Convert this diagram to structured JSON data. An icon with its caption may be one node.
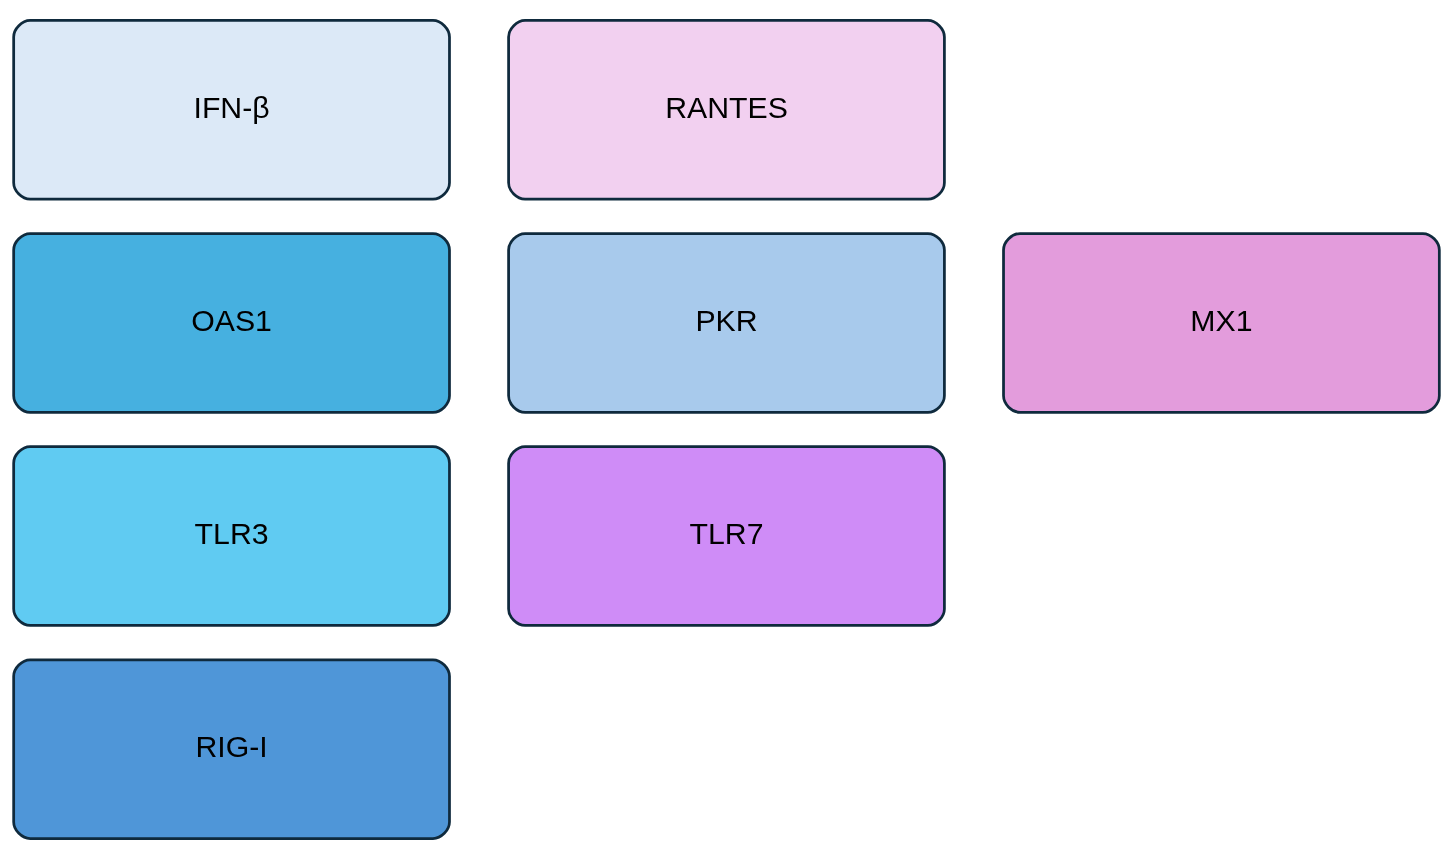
{
  "diagram": {
    "nodes": [
      {
        "text": [
          "IFN-β"
        ]
      },
      {
        "text": [
          "RANTES"
        ]
      },
      {
        "text": [
          "OAS1"
        ]
      },
      {
        "text": [
          "PKR"
        ]
      },
      {
        "text": [
          "MX1"
        ]
      },
      {
        "text": [
          "TLR3"
        ]
      },
      {
        "text": [
          "TLR7"
        ]
      },
      {
        "text": [
          "RIG-I"
        ]
      }
    ]
  }
}
